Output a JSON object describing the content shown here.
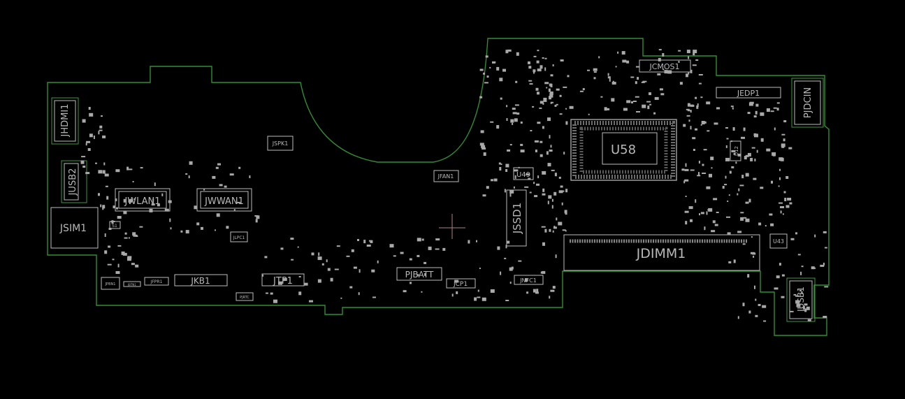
{
  "colors": {
    "background": "#000000",
    "board_outline": "#2f8f2f",
    "silkscreen": "#bcbcbc",
    "highlight": "#3a9a3a",
    "cursor": "#b07f86"
  },
  "components": {
    "hdmi": "JHDMI1",
    "usb2": "JUSB2",
    "sim": "JSIM1",
    "wlan": "JWLAN1",
    "wwan": "JWWAN1",
    "spk": "JSPK1",
    "fan": "JFAN1",
    "lpc": "JLPC1",
    "cmos": "JCMOS1",
    "edp": "JEDP1",
    "dcin": "PJDCIN",
    "cpu": "U58",
    "u49": "U49",
    "u12": "U12",
    "u43": "U43",
    "ssd": "JSSD1",
    "dimm": "JDIMM1",
    "usb1": "JUSB1",
    "kb": "JKB1",
    "tp": "JTP1",
    "batt": "PJBATT",
    "cp": "JCP1",
    "nfc": "JNFC1",
    "fpr": "JFPR1",
    "pbn": "JPBN1",
    "rtc": "PJRTC",
    "s1": "S1",
    "mini1": "JBTN1"
  }
}
